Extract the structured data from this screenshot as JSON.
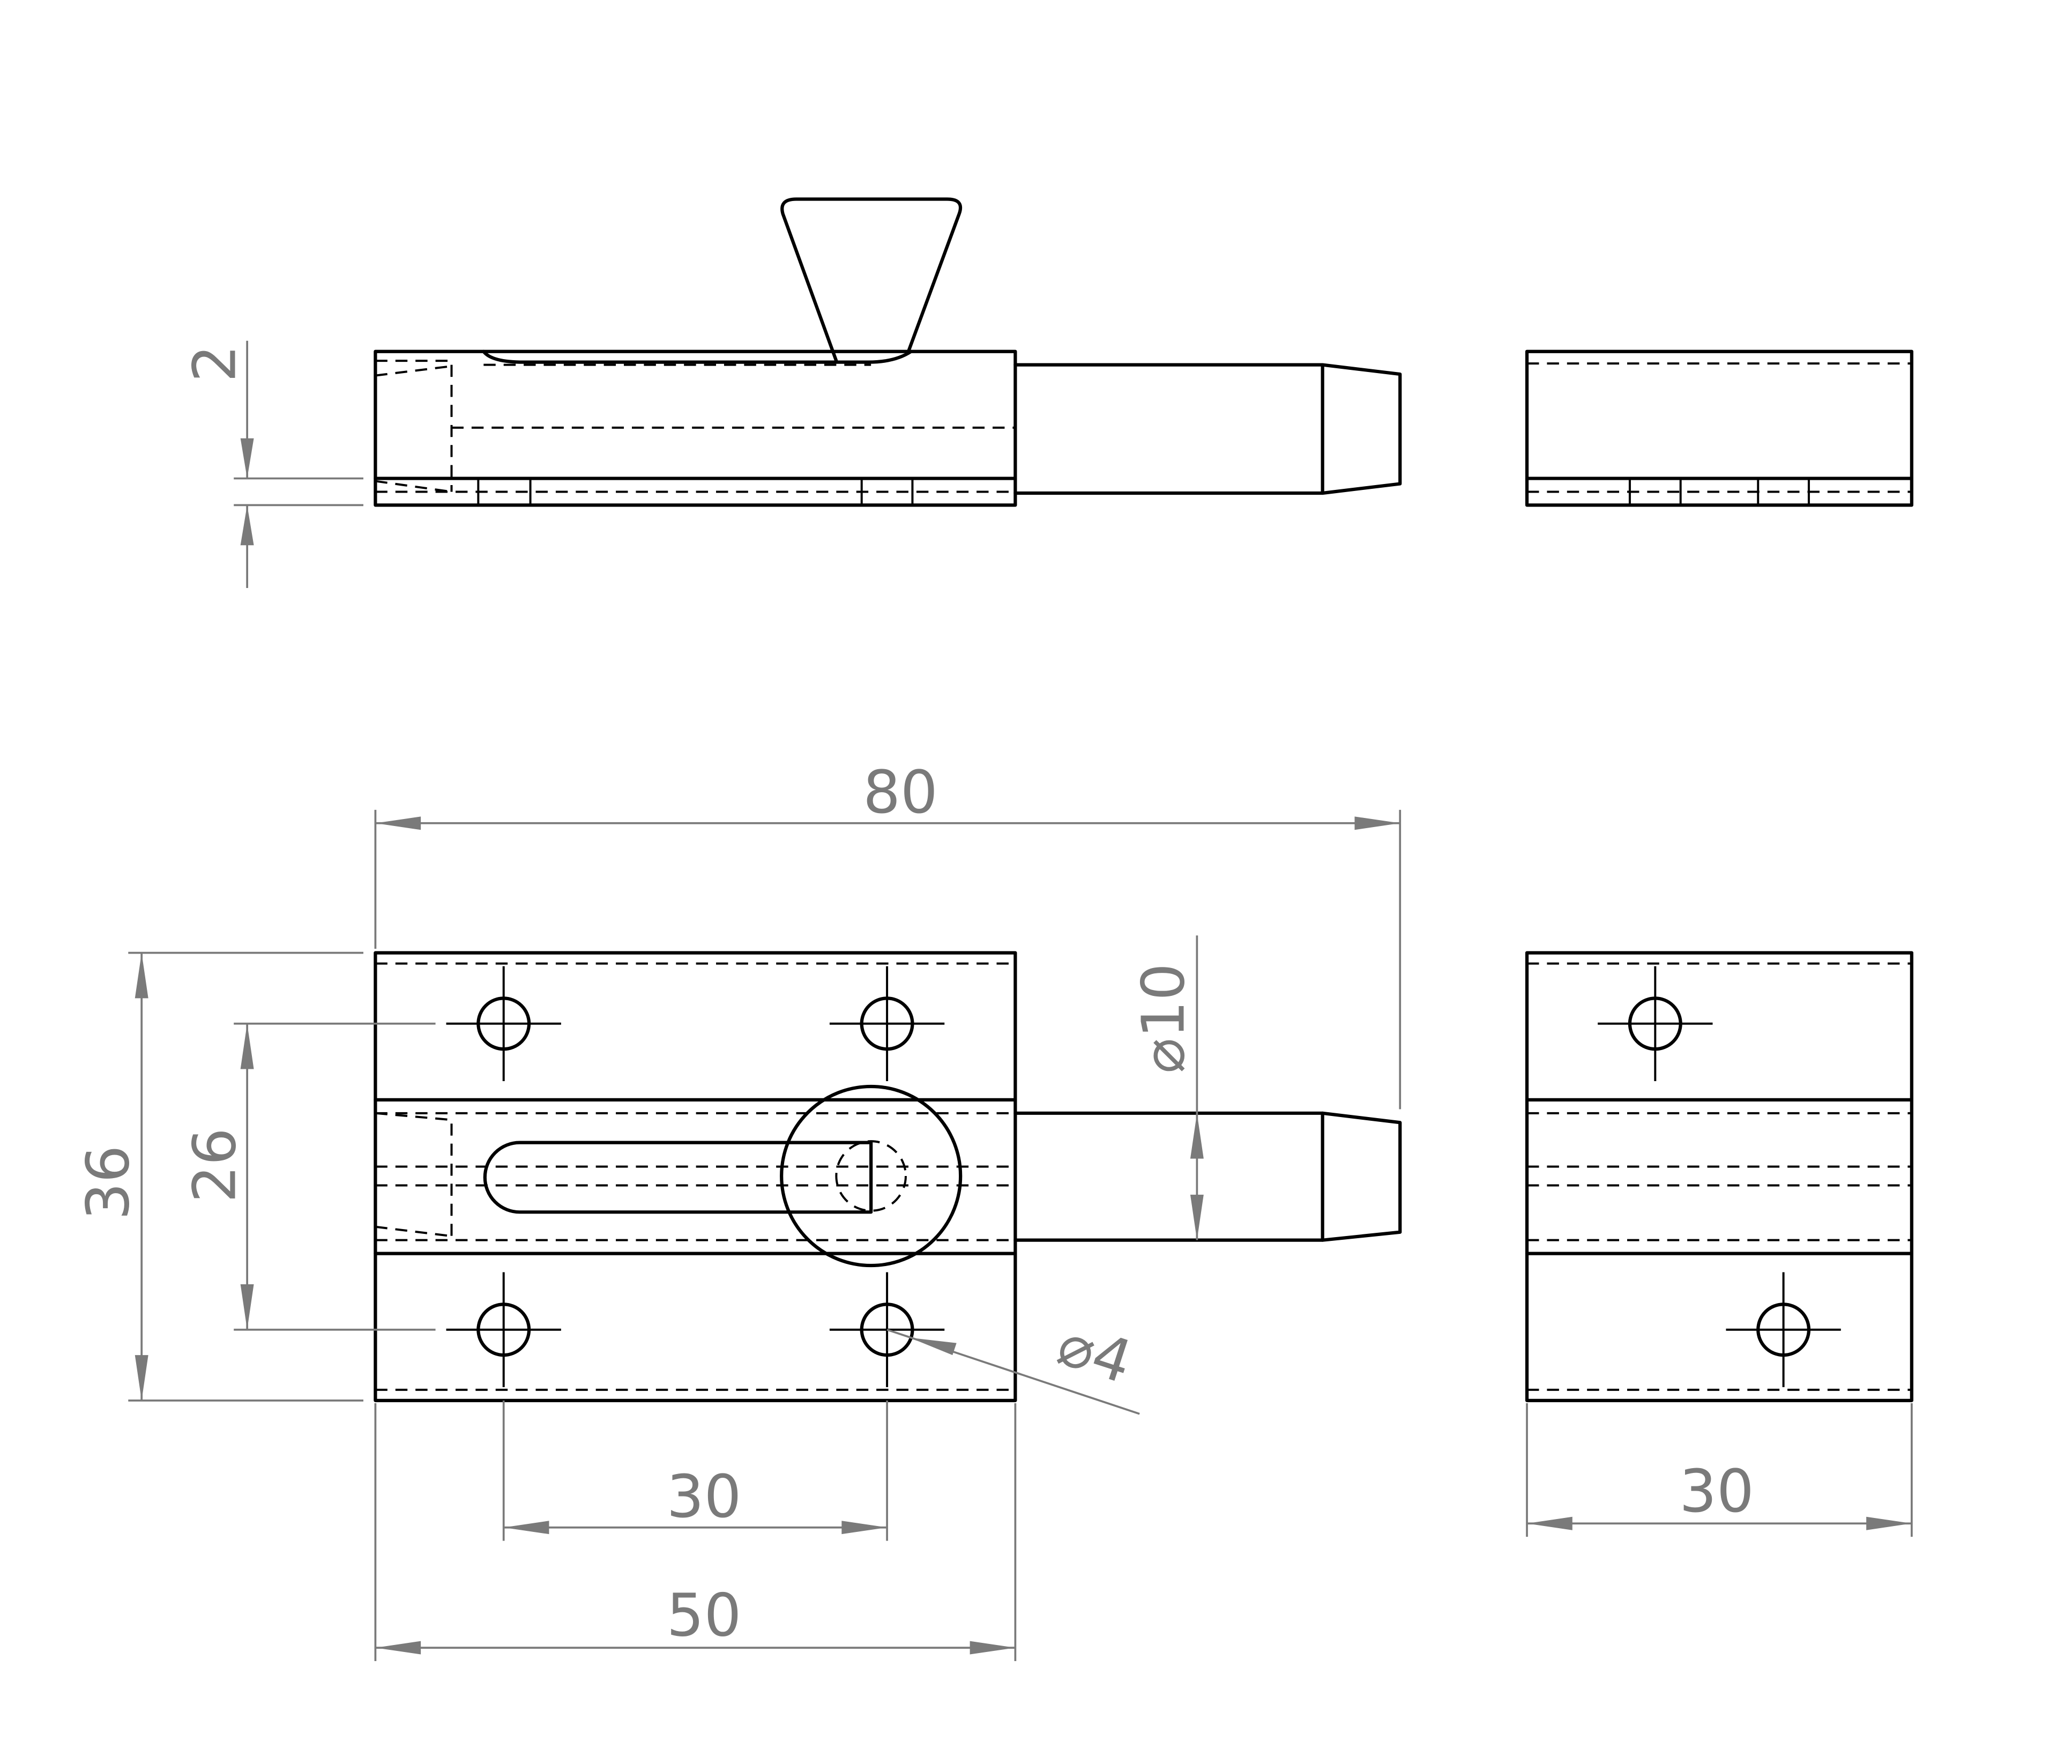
{
  "dimensions": {
    "wall_thickness": "2",
    "overall_length": "80",
    "pin_diameter": "⌀10",
    "plate_height": "36",
    "hole_spacing_vertical": "26",
    "hole_diameter": "⌀4",
    "hole_spacing_horizontal": "30",
    "plate_width": "50",
    "keeper_width": "30"
  },
  "colors": {
    "object_line": "#000000",
    "dimension_line": "#7a7a7a",
    "background": "#ffffff"
  }
}
